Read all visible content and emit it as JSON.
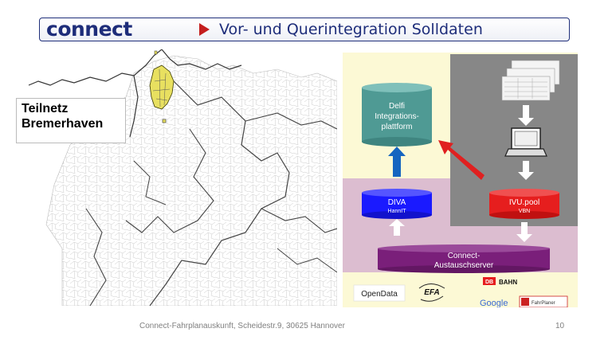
{
  "header": {
    "logo": "connect",
    "title": "Vor- und Querintegration Solldaten",
    "accent_color": "#c41e1e",
    "brand_color": "#1e2d7a"
  },
  "map": {
    "region_line1": "Teilnetz",
    "region_line2": "Bremerhaven",
    "highlight_color": "#e8e060"
  },
  "diagram": {
    "delfi_line1": "Delfi",
    "delfi_line2": "Integrations-",
    "delfi_line3": "plattform",
    "diva_title": "DIVA",
    "diva_sub": "HannIT",
    "ivu_title": "IVU.pool",
    "ivu_sub": "VBN",
    "connect_line1": "Connect-",
    "connect_line2": "Austauschserver",
    "opendata": "OpenData",
    "efa": "EFA",
    "db": "DB",
    "bahn": "BAHN",
    "google": "Google",
    "fahrplaner": "FahrPlaner",
    "colors": {
      "delfi": "#4f9a94",
      "diva": "#1a1aff",
      "ivu": "#e61e1e",
      "connect": "#7a1f7a",
      "arrow_blue": "#1565c0",
      "arrow_red": "#e02020"
    }
  },
  "footer": {
    "address": "Connect-Fahrplanauskunft, Scheidestr.9, 30625 Hannover",
    "page_number": "10"
  }
}
